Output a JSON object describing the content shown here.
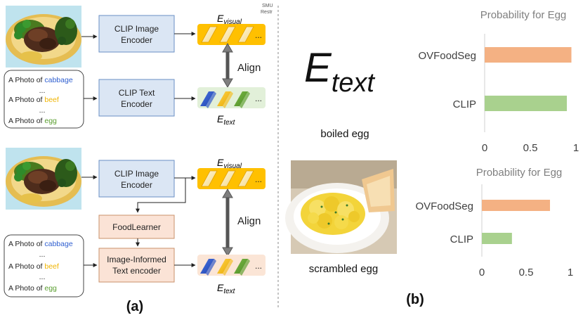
{
  "watermark": {
    "line1": "SMU",
    "line2": "Restr"
  },
  "panel_a": {
    "label": "(a)",
    "top": {
      "image_encoder": [
        "CLIP Image",
        "Encoder"
      ],
      "text_encoder": [
        "CLIP Text",
        "Encoder"
      ],
      "e_visual": {
        "base": "E",
        "sub": "visual"
      },
      "e_text": {
        "base": "E",
        "sub": "text"
      },
      "align": "Align",
      "ellipsis": "...",
      "prompts": [
        {
          "prefix": "A Photo of ",
          "word": "cabbage"
        },
        {
          "dots": "..."
        },
        {
          "prefix": "A Photo of ",
          "word": "beef"
        },
        {
          "dots": "..."
        },
        {
          "prefix": "A Photo of ",
          "word": "egg"
        }
      ]
    },
    "bottom": {
      "image_encoder": [
        "CLIP Image",
        "Encoder"
      ],
      "food_learner": "FoodLearner",
      "text_encoder": [
        "Image-Informed",
        "Text encoder"
      ],
      "e_visual": {
        "base": "E",
        "sub": "visual"
      },
      "e_text": {
        "base": "E",
        "sub": "text"
      },
      "align": "Align",
      "ellipsis": "...",
      "prompts": [
        {
          "prefix": "A Photo of ",
          "word": "cabbage"
        },
        {
          "dots": "..."
        },
        {
          "prefix": "A Photo of ",
          "word": "beef"
        },
        {
          "dots": "..."
        },
        {
          "prefix": "A Photo of ",
          "word": "egg"
        }
      ]
    }
  },
  "panel_b": {
    "label": "(b)",
    "etext_logo": {
      "base": "E",
      "sub": "text"
    },
    "caption_top": "boiled egg",
    "caption_bottom": "scrambled egg"
  },
  "colors": {
    "encoder_blue": "#dbe6f4",
    "learner_peach": "#fbe3d6",
    "visual_yellow": "#ffc000",
    "text_green_bg": "#e2f0d9",
    "text_peach_bg": "#fbe5d6",
    "word_cabbage": "#2f5fd0",
    "word_beef": "#f0b400",
    "word_egg": "#5a9e2f",
    "bar_ovfoodseg": "#f4b183",
    "bar_clip": "#a9d18e"
  },
  "chart_data": [
    {
      "type": "bar",
      "orientation": "horizontal",
      "title": "Probability for Egg",
      "categories": [
        "OVFoodSeg",
        "CLIP"
      ],
      "values": [
        0.95,
        0.9
      ],
      "xlim": [
        0,
        1
      ],
      "xticks": [
        "0",
        "0.5",
        "1"
      ],
      "grid": false
    },
    {
      "type": "bar",
      "orientation": "horizontal",
      "title": "Probability for Egg",
      "categories": [
        "OVFoodSeg",
        "CLIP"
      ],
      "values": [
        0.77,
        0.34
      ],
      "xlim": [
        0,
        1
      ],
      "xticks": [
        "0",
        "0.5",
        "1"
      ],
      "grid": false
    }
  ]
}
